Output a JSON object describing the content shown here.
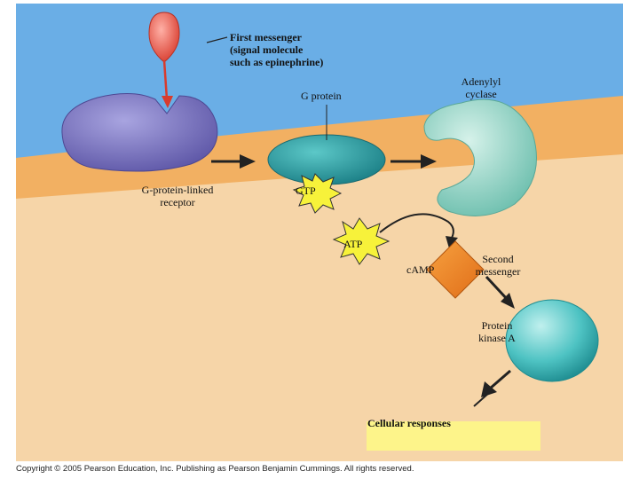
{
  "labels": {
    "first_messenger": [
      "First messenger",
      "(signal molecule",
      "such as epinephrine)"
    ],
    "g_protein": "G protein",
    "adenylyl_cyclase": [
      "Adenylyl",
      "cyclase"
    ],
    "receptor": [
      "G-protein-linked",
      "receptor"
    ],
    "gtp": "GTP",
    "atp": "ATP",
    "camp": "cAMP",
    "second_messenger": [
      "Second",
      "messenger"
    ],
    "protein_kinase": [
      "Protein",
      "kinase A"
    ],
    "cellular_responses": "Cellular responses"
  },
  "copyright": "Copyright © 2005 Pearson Education, Inc. Publishing as Pearson Benjamin Cummings. All rights reserved.",
  "colors": {
    "extracellular": "#6aaee6",
    "membrane": "#f2b062",
    "cytoplasm": "#f6d5a8",
    "receptor": "#7d78c2",
    "g_protein": "#2a9fa3",
    "adenylyl_cyclase": "#8fd1c2",
    "signal_molecule": "#e65848",
    "atp_burst": "#f7f23a",
    "camp_diamond": "#f08a28",
    "protein_kinase": "#4ec3c3",
    "responses_box": "#fdf48a"
  }
}
